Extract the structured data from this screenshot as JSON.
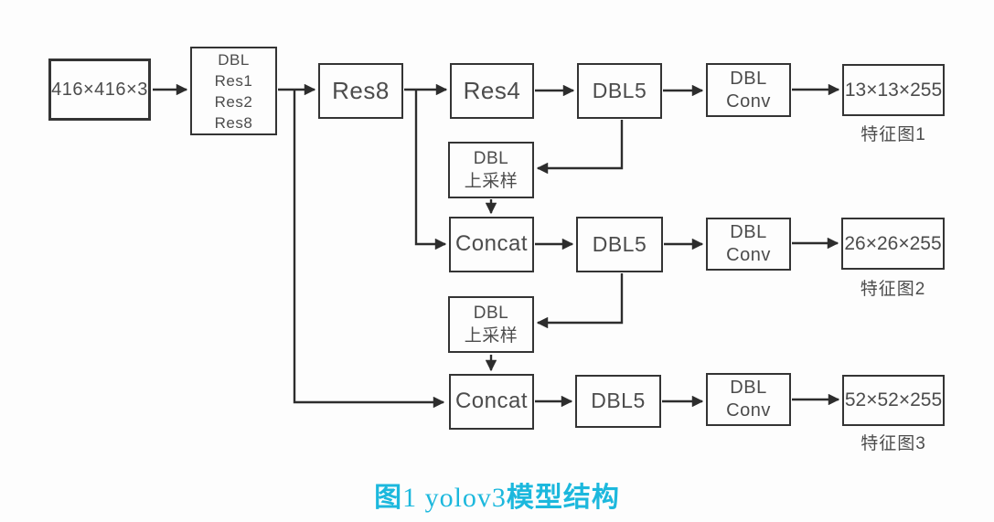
{
  "caption": {
    "part1": "图",
    "part2": "1 yolov3",
    "part3": "模型结构",
    "color": "#1cb8dd"
  },
  "colors": {
    "line": "#2d2d2d",
    "box_border": "#343434",
    "text": "#4c4c4c",
    "background": "#fdfdfd"
  },
  "diagram": {
    "nodes": {
      "input": "416×416×3",
      "backbone": [
        "DBL",
        "Res1",
        "Res2",
        "Res8"
      ],
      "res8": "Res8",
      "res4": "Res4",
      "dbl5_row1": "DBL5",
      "dbl_conv_row1": [
        "DBL",
        "Conv"
      ],
      "output_row1": "13×13×255",
      "upsample_row1": [
        "DBL",
        "上采样"
      ],
      "concat_row2": "Concat",
      "dbl5_row2": "DBL5",
      "dbl_conv_row2": [
        "DBL",
        "Conv"
      ],
      "output_row2": "26×26×255",
      "upsample_row2": [
        "DBL",
        "上采样"
      ],
      "concat_row3": "Concat",
      "dbl5_row3": "DBL5",
      "dbl_conv_row3": [
        "DBL",
        "Conv"
      ],
      "output_row3": "52×52×255"
    },
    "feature_labels": [
      "特征图1",
      "特征图2",
      "特征图3"
    ]
  }
}
